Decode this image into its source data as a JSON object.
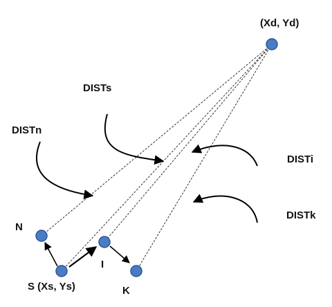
{
  "labels": {
    "destination": "(Xd, Yd)",
    "dist_s": "DISTs",
    "dist_n": "DISTn",
    "dist_i": "DISTi",
    "dist_k": "DISTk",
    "node_n": "N",
    "node_s": "S (Xs, Ys)",
    "node_i": "I",
    "node_k": "K"
  },
  "colors": {
    "node_fill": "#4a7cc4",
    "node_stroke": "#2f5597"
  }
}
